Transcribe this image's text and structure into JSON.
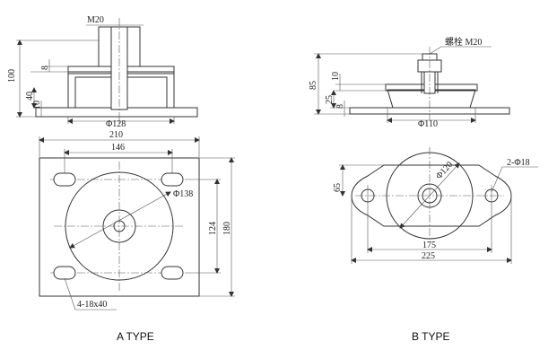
{
  "type_a": {
    "caption": "A TYPE",
    "side_view": {
      "bolt_label": "M20",
      "dim_total_height": "100",
      "dim_top_plate": "8",
      "dim_bottom_plate": "10",
      "dim_lower_block": "40",
      "dim_base_diameter": "Φ128"
    },
    "top_view": {
      "dim_width_outer": "210",
      "dim_width_holes": "146",
      "dim_circle": "Φ138",
      "dim_height_inner": "124",
      "dim_height_outer": "180",
      "slot_note": "4-18x40"
    }
  },
  "type_b": {
    "caption": "B TYPE",
    "side_view": {
      "bolt_label": "螺栓 M20",
      "dim_total_height": "85",
      "dim_top_plate": "10",
      "dim_lower_block": "25",
      "dim_base_plate": "8",
      "dim_base_diameter": "Φ110"
    },
    "top_view": {
      "dim_circle": "Φ120",
      "hole_note": "2-Φ18",
      "dim_half_height": "65",
      "dim_hole_spacing": "175",
      "dim_overall_width": "225"
    }
  }
}
